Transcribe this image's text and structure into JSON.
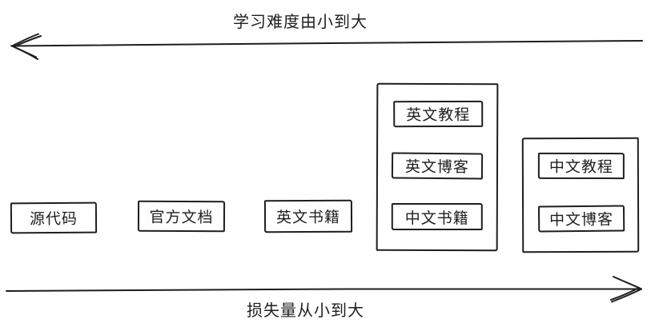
{
  "canvas": {
    "background": "#ffffff",
    "stroke_color": "#1e1e1e",
    "style": "hand-drawn-sketch"
  },
  "axes": {
    "top": {
      "label": "学习难度由小到大",
      "direction": "left"
    },
    "bottom": {
      "label": "损失量从小到大",
      "direction": "right"
    }
  },
  "boxes": {
    "source_code": "源代码",
    "official_docs": "官方文档",
    "english_books": "英文书籍"
  },
  "groups": [
    {
      "items": [
        "英文教程",
        "英文博客",
        "中文书籍"
      ]
    },
    {
      "items": [
        "中文教程",
        "中文博客"
      ]
    }
  ]
}
